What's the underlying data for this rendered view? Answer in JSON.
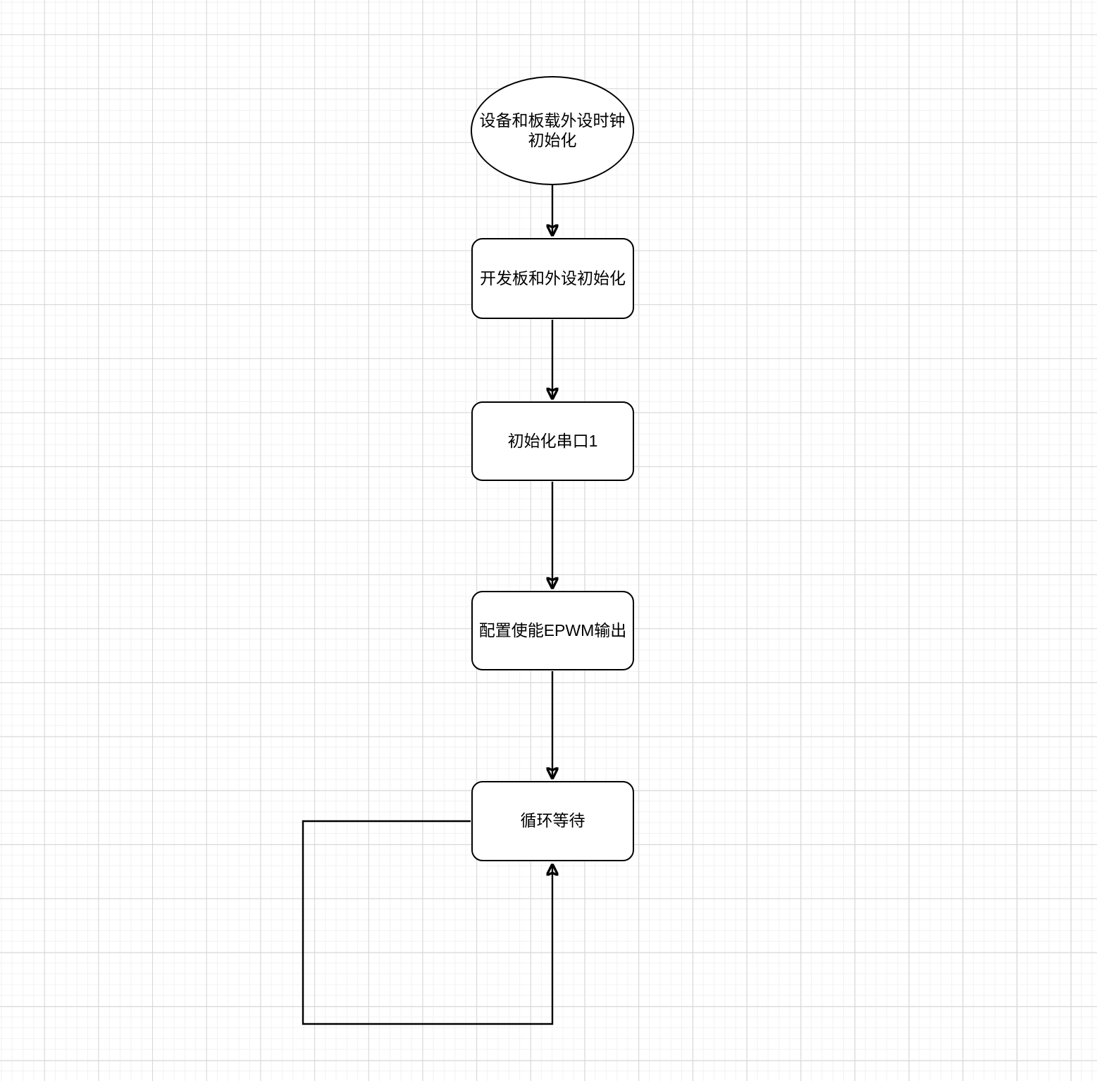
{
  "diagram": {
    "type": "flowchart",
    "background": "grid",
    "colors": {
      "shape_fill": "#ffffff",
      "shape_stroke": "#000000",
      "text": "#000000",
      "grid_minor": "#f2f2f3",
      "grid_major": "#d6d6d6",
      "canvas_background": "#ffffff"
    },
    "nodes": {
      "clock_init": {
        "shape": "ellipse",
        "label": "设备和板载外设时钟\n初始化"
      },
      "board_init": {
        "shape": "rounded-rectangle",
        "label": "开发板和外设初始化"
      },
      "uart_init": {
        "shape": "rounded-rectangle",
        "label": "初始化串口1"
      },
      "epwm_cfg": {
        "shape": "rounded-rectangle",
        "label": "配置使能EPWM输出"
      },
      "loop_wait": {
        "shape": "rounded-rectangle",
        "label": "循环等待"
      }
    },
    "edges": [
      {
        "from": "clock_init",
        "to": "board_init",
        "style": "arrow-down"
      },
      {
        "from": "board_init",
        "to": "uart_init",
        "style": "arrow-down"
      },
      {
        "from": "uart_init",
        "to": "epwm_cfg",
        "style": "arrow-down"
      },
      {
        "from": "epwm_cfg",
        "to": "loop_wait",
        "style": "arrow-down"
      },
      {
        "from": "loop_wait",
        "to": "loop_wait",
        "style": "self-loop-left-bottom"
      }
    ]
  }
}
